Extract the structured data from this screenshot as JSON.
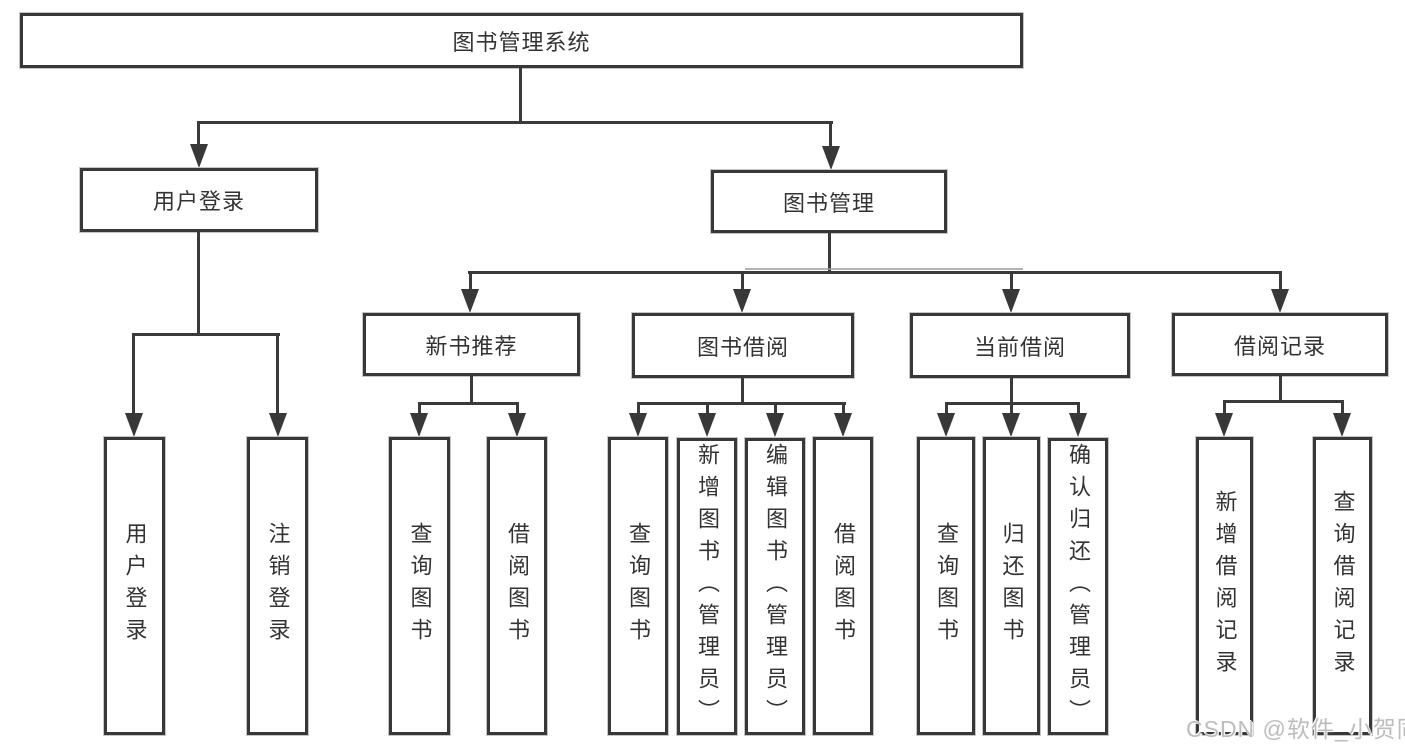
{
  "root": "图书管理系统",
  "branches": [
    {
      "label": "用户登录",
      "leaves": [
        "用户登录",
        "注销登录"
      ]
    },
    {
      "label": "图书管理",
      "sections": [
        {
          "label": "新书推荐",
          "leaves": [
            "查询图书",
            "借阅图书"
          ]
        },
        {
          "label": "图书借阅",
          "leaves": [
            "查询图书",
            "新增图书（管理员）",
            "编辑图书（管理员）",
            "借阅图书"
          ]
        },
        {
          "label": "当前借阅",
          "leaves": [
            "查询图书",
            "归还图书",
            "确认归还（管理员）"
          ]
        },
        {
          "label": "借阅记录",
          "leaves": [
            "新增借阅记录",
            "查询借阅记录"
          ]
        }
      ]
    }
  ],
  "watermark": "CSDN @软件_小贺同学",
  "colors": {
    "line": "#3a3a3a",
    "text": "#333333",
    "watermark": "#bdbdbd",
    "background": "#ffffff"
  }
}
